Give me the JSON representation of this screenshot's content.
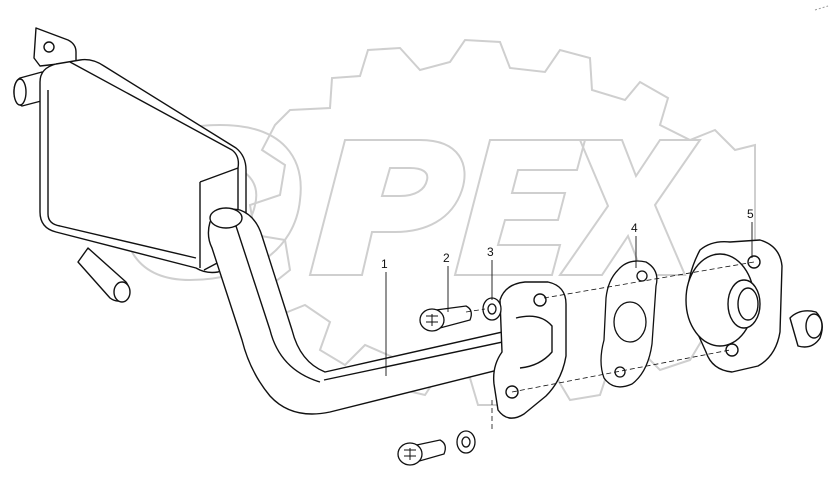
{
  "watermark": {
    "text": "OPEX",
    "color": "#c8c8c8"
  },
  "callouts": [
    {
      "id": "1",
      "label": "1"
    },
    {
      "id": "2",
      "label": "2"
    },
    {
      "id": "3",
      "label": "3"
    },
    {
      "id": "4",
      "label": "4"
    },
    {
      "id": "5",
      "label": "5"
    }
  ],
  "colors": {
    "line": "#111111",
    "background": "#ffffff"
  }
}
